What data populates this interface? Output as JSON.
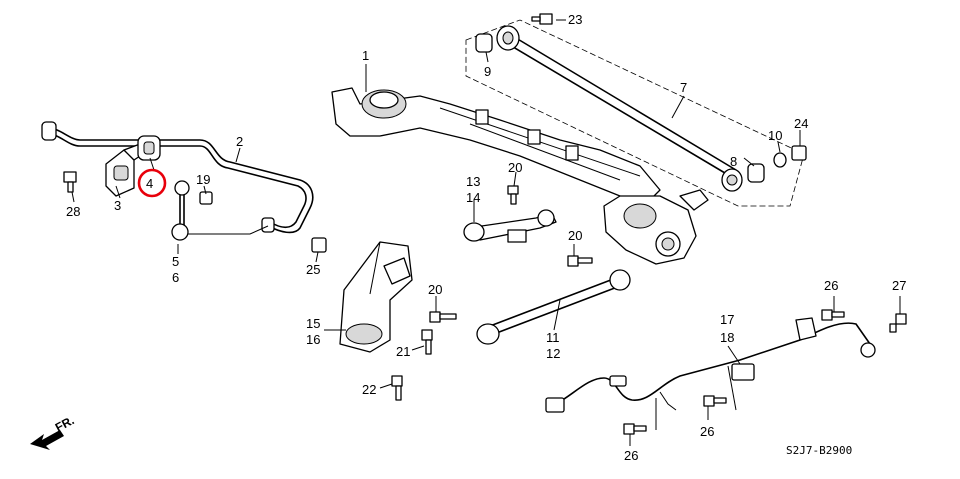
{
  "diagram_code": "S2J7-B2900",
  "front_indicator": "FR.",
  "highlight_color": "#e8000b",
  "highlighted_part": "4",
  "parts": {
    "p1": "1",
    "p2": "2",
    "p3": "3",
    "p4": "4",
    "p5": "5",
    "p6": "6",
    "p7": "7",
    "p8": "8",
    "p9": "9",
    "p10": "10",
    "p11": "11",
    "p12": "12",
    "p13": "13",
    "p14": "14",
    "p15": "15",
    "p16": "16",
    "p17": "17",
    "p18": "18",
    "p19": "19",
    "p20a": "20",
    "p20b": "20",
    "p20c": "20",
    "p21": "21",
    "p22": "22",
    "p23": "23",
    "p24": "24",
    "p25": "25",
    "p26a": "26",
    "p26b": "26",
    "p26c": "26",
    "p27": "27",
    "p28": "28"
  }
}
